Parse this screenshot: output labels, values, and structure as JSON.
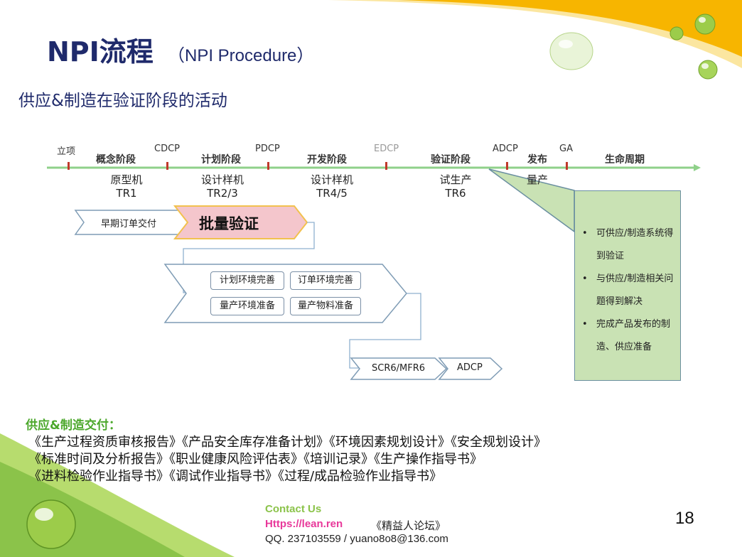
{
  "slide": {
    "title": "NPI流程",
    "title_en": "（NPI Procedure）",
    "subtitle": "供应&制造在验证阶段的活动",
    "page_number": "18"
  },
  "timeline": {
    "gates": [
      "立项",
      "CDCP",
      "PDCP",
      "EDCP",
      "ADCP",
      "GA"
    ],
    "stages": [
      "概念阶段",
      "计划阶段",
      "开发阶段",
      "验证阶段",
      "发布",
      "生命周期"
    ],
    "under": [
      {
        "line1": "原型机",
        "line2": "TR1"
      },
      {
        "line1": "设计样机",
        "line2": "TR2/3"
      },
      {
        "line1": "设计样机",
        "line2": "TR4/5"
      },
      {
        "line1": "试生产",
        "line2": "TR6"
      },
      {
        "line1": "量产",
        "line2": ""
      }
    ]
  },
  "flow": {
    "early_order": "早期订单交付",
    "batch_verify": "批量验证",
    "sub_items": [
      "计划环境完善",
      "订单环境完善",
      "量产环境准备",
      "量产物料准备"
    ],
    "scr": "SCR6/MFR6",
    "adcp": "ADCP"
  },
  "callout": {
    "items": [
      "可供应/制造系统得到验证",
      "与供应/制造相关问题得到解决",
      "完成产品发布的制造、供应准备"
    ],
    "bullet": "•"
  },
  "deliverables": {
    "title": "供应&制造交付：",
    "lines": [
      "《生产过程资质审核报告》《产品安全库存准备计划》《环境因素规划设计》《安全规划设计》",
      "《标准时间及分析报告》《职业健康风险评估表》《培训记录》《生产操作指导书》",
      "《进料检验作业指导书》《调试作业指导书》《过程/成品检验作业指导书》"
    ]
  },
  "contact": {
    "label": "Contact Us",
    "url": "Https://lean.ren",
    "forum": "《精益人论坛》",
    "qq_email": "QQ. 237103559 / yuano8o8@136.com"
  },
  "colors": {
    "title": "#1f2a6b",
    "timeline_green": "#8fd18a",
    "gate_red": "#c0392b",
    "batch_fill": "#f4c6cc",
    "batch_border": "#f2c14e",
    "callout_fill": "#c9e2b4",
    "deliv_title": "#4ca82c",
    "contact_green": "#8bc34a",
    "contact_pink": "#e8389a",
    "yellow_swoosh": "#f7b500",
    "green_swoosh": "#8bc34a"
  }
}
